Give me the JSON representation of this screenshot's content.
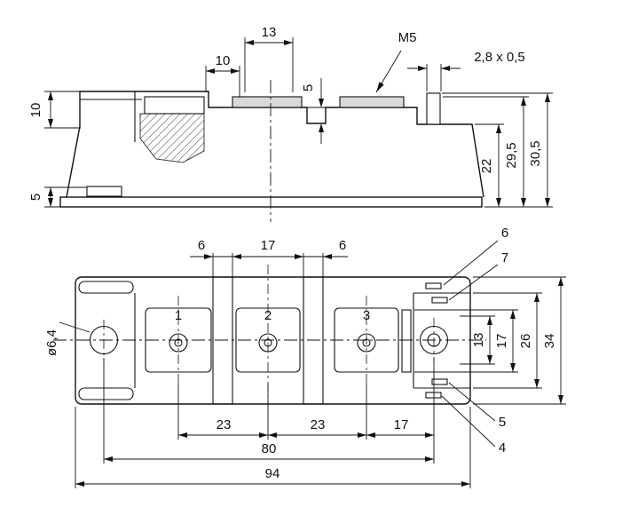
{
  "drawing": {
    "side_view": {
      "dim_terminal_width": "13",
      "dim_top_10": "10",
      "thread_label": "M5",
      "faston_label": "2,8 x 0,5",
      "dim_groove_5": "5",
      "dim_left_10": "10",
      "dim_left_5": "5",
      "dim_height_22": "22",
      "dim_height_29_5": "29,5",
      "dim_height_30_5": "30,5"
    },
    "plan_view": {
      "dim_rib_6_left": "6",
      "dim_gap_17": "17",
      "dim_rib_6_right": "6",
      "callout_6": "6",
      "callout_7": "7",
      "callout_5": "5",
      "callout_4": "4",
      "hole_diameter": "ø6,4",
      "terminal_labels": [
        "1",
        "2",
        "3"
      ],
      "dim_v_13": "13",
      "dim_v_17": "17",
      "dim_v_26": "26",
      "dim_v_34": "34",
      "dim_pitch_23_a": "23",
      "dim_pitch_23_b": "23",
      "dim_pitch_17": "17",
      "dim_holes_80": "80",
      "dim_total_94": "94"
    }
  }
}
